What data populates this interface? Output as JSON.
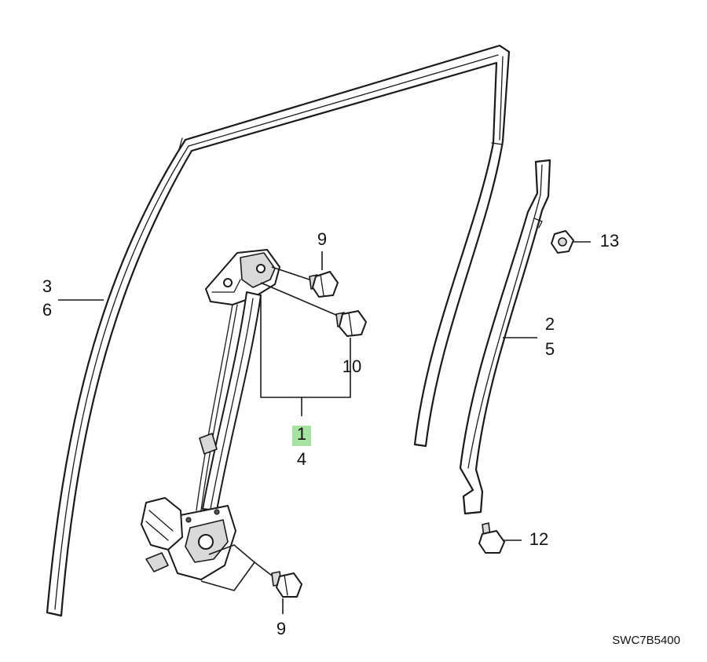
{
  "callouts": {
    "c3": "3",
    "c6": "6",
    "c9a": "9",
    "c10": "10",
    "c1": "1",
    "c4": "4",
    "c13": "13",
    "c2": "2",
    "c5": "5",
    "c12": "12",
    "c9b": "9"
  },
  "diagram_code": "SWC7B5400",
  "colors": {
    "line": "#1a1a1a",
    "highlight": "#a6e3a1",
    "background": "#ffffff"
  }
}
